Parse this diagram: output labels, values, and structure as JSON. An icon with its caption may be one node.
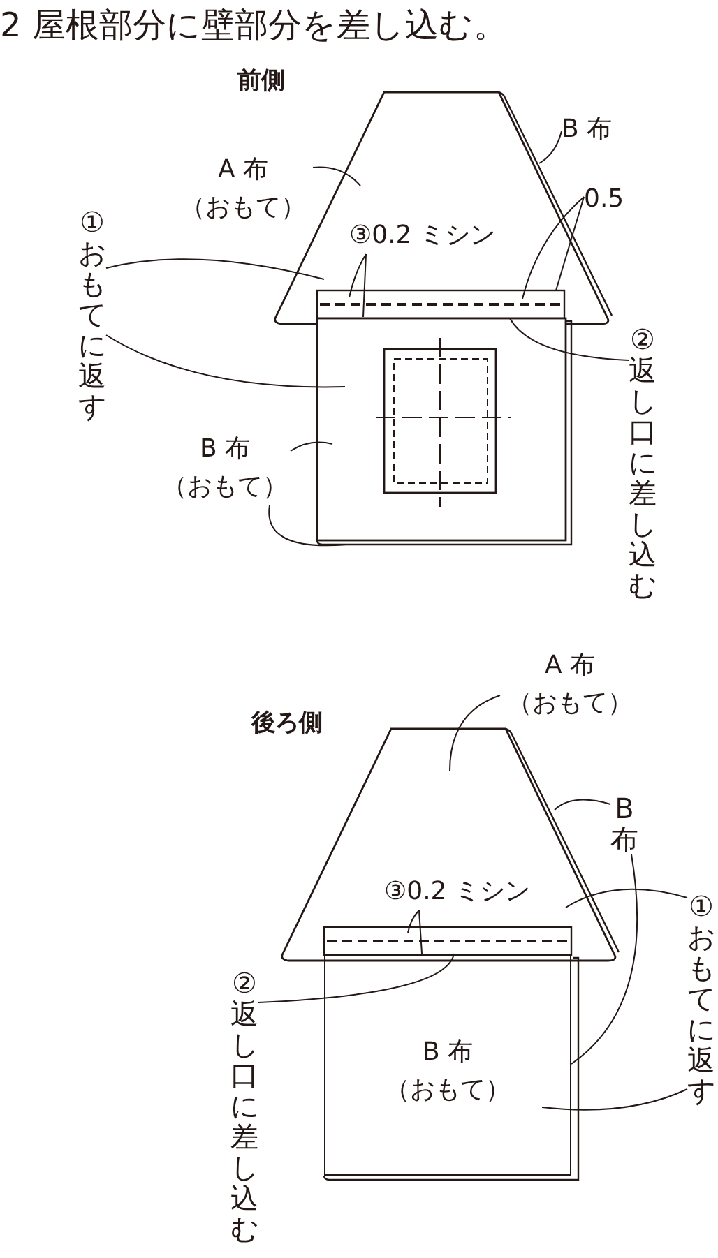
{
  "diagram": {
    "title": "2 屋根部分に壁部分を差し込む。",
    "nodes": [
      {
        "text": [
          "A 布",
          "（おもて）"
        ]
      },
      {
        "text": [
          "B 布"
        ]
      },
      {
        "text": [
          "0.5"
        ]
      },
      {
        "text": [
          "③0.2 ミシン"
        ]
      },
      {
        "text": [
          "①おもてに返す"
        ]
      },
      {
        "text": [
          "②返し口に差し込む"
        ]
      },
      {
        "text": [
          "B 布",
          "（おもて）"
        ]
      },
      {
        "text": [
          "A 布",
          "（おもて）"
        ]
      },
      {
        "text": [
          "B 布"
        ]
      },
      {
        "text": [
          "③0.2 ミシン"
        ]
      },
      {
        "text": [
          "①おもてに返す"
        ]
      },
      {
        "text": [
          "②返し口に差し込む"
        ]
      },
      {
        "text": [
          "B 布",
          "（おもて）"
        ]
      }
    ],
    "edges": [
      {
        "from": 0,
        "to": null,
        "arrow": "none"
      },
      {
        "from": 1,
        "to": null,
        "arrow": "none"
      },
      {
        "from": 2,
        "to": null,
        "arrow": "none"
      },
      {
        "from": 2,
        "to": null,
        "arrow": "none"
      },
      {
        "from": 3,
        "to": null,
        "arrow": "none"
      },
      {
        "from": 3,
        "to": null,
        "arrow": "none"
      },
      {
        "from": 4,
        "to": null,
        "arrow": "none"
      },
      {
        "from": 4,
        "to": null,
        "arrow": "none"
      },
      {
        "from": 5,
        "to": null,
        "arrow": "none"
      },
      {
        "from": 6,
        "to": null,
        "arrow": "none"
      },
      {
        "from": 6,
        "to": null,
        "arrow": "none"
      },
      {
        "from": 7,
        "to": null,
        "arrow": "none"
      },
      {
        "from": 8,
        "to": null,
        "arrow": "none"
      },
      {
        "from": 8,
        "to": 12,
        "arrow": "none"
      },
      {
        "from": 9,
        "to": null,
        "arrow": "none"
      },
      {
        "from": 9,
        "to": 12,
        "arrow": "none"
      },
      {
        "from": 10,
        "to": null,
        "arrow": "none"
      },
      {
        "from": 10,
        "to": 12,
        "arrow": "none"
      },
      {
        "from": 11,
        "to": 12,
        "arrow": "none"
      }
    ],
    "labels": [
      "前側",
      "後ろ側"
    ]
  }
}
